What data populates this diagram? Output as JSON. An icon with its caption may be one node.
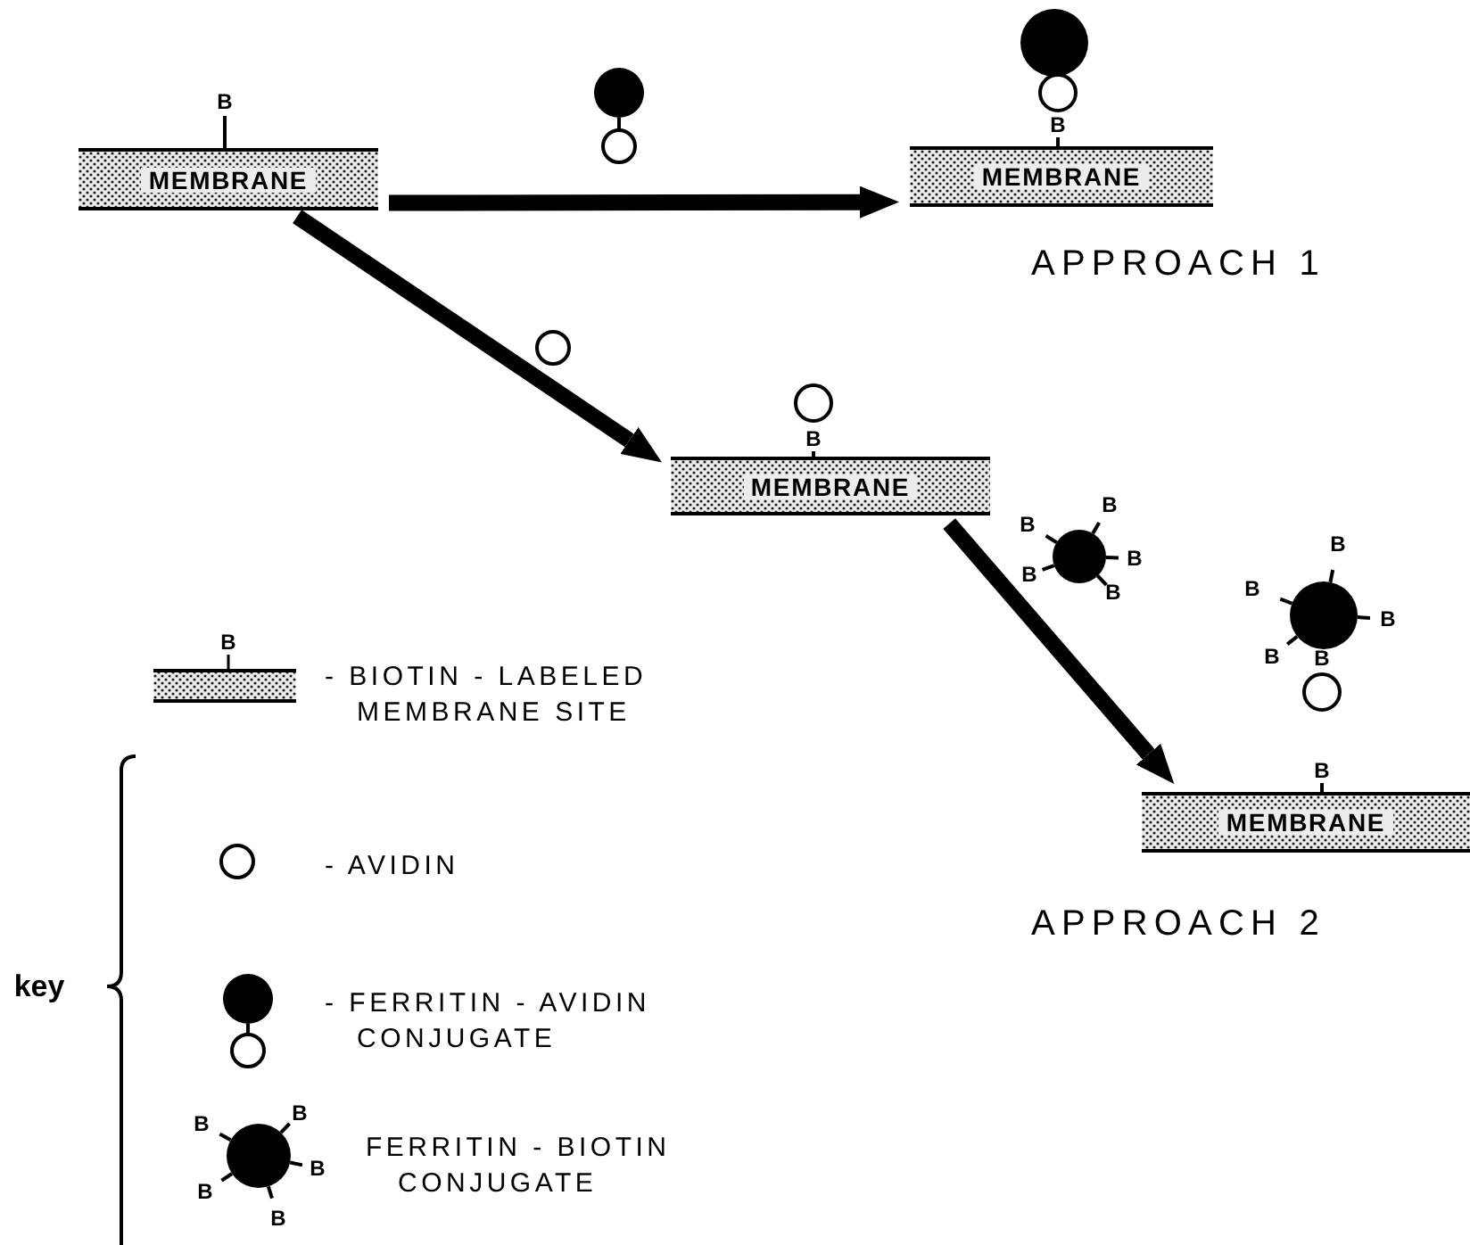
{
  "diagram": {
    "nodes": [
      {
        "text": [
          "MEMBRANE"
        ]
      },
      {
        "text": [
          "MEMBRANE"
        ],
        "beside": [
          "APPROACH 1"
        ]
      },
      {
        "text": [
          "MEMBRANE"
        ]
      },
      {
        "text": [
          "MEMBRANE"
        ],
        "beside": [
          "APPROACH 2"
        ]
      }
    ],
    "edges": [
      {
        "from": 0,
        "to": 1,
        "arrow": "to"
      },
      {
        "from": 0,
        "to": 2,
        "arrow": "to"
      },
      {
        "from": 2,
        "to": 3,
        "arrow": "to"
      }
    ],
    "labels": [
      "B",
      "B",
      "B",
      "B",
      "B",
      "B",
      "B",
      "B",
      "B",
      "B",
      "B",
      "B",
      "B",
      "B",
      "B",
      "key",
      "B",
      "B",
      "B",
      "B",
      "B"
    ],
    "legend": [
      {
        "text": "- BIOTIN - LABELED MEMBRANE SITE"
      },
      {
        "text": "- AVIDIN"
      },
      {
        "text": "- FERRITIN - AVIDIN CONJUGATE"
      },
      {
        "text": "FERRITIN - BIOTIN CONJUGATE"
      }
    ]
  }
}
